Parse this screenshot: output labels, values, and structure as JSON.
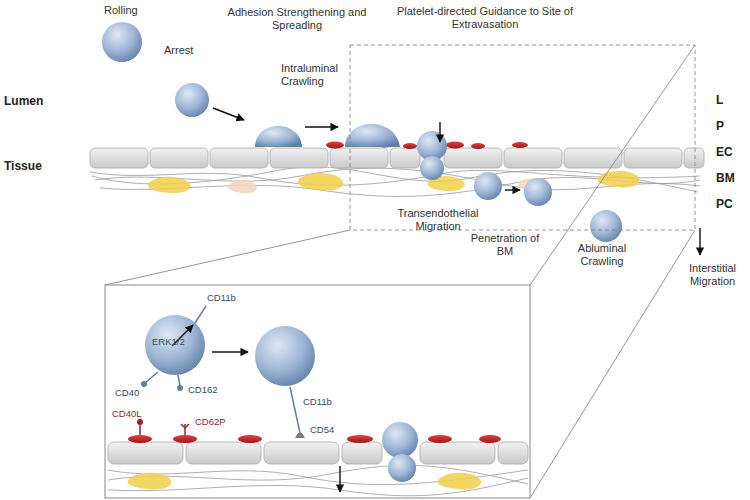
{
  "diagram": {
    "labels": [
      "Rolling",
      "Arrest",
      "Adhesion Strengthening and Spreading",
      "Platelet-directed Guidance to Site of Extravasation",
      "Intraluminal Crawling",
      "Lumen",
      "Tissue",
      "L",
      "P",
      "EC",
      "BM",
      "PC",
      "Transendothelial Migration",
      "Penetration of BM",
      "Abluminal Crawling",
      "Interstitial Migration",
      "CD11b",
      "ERK1/2",
      "CD40",
      "CD162",
      "CD40L",
      "CD62P",
      "CD11b",
      "CD54"
    ]
  }
}
